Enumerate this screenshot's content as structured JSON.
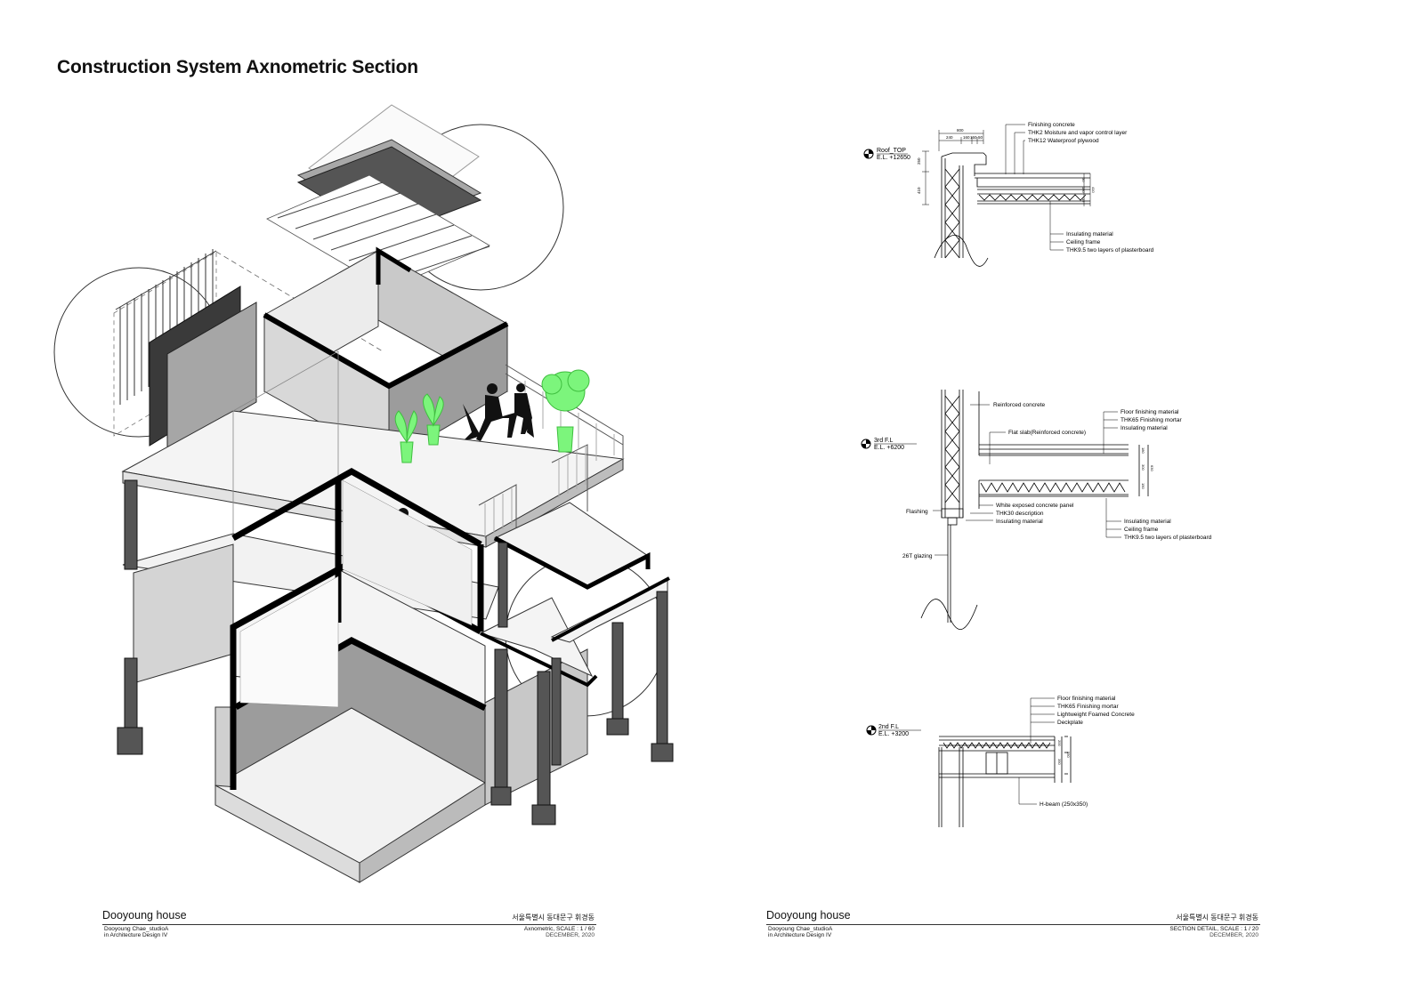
{
  "sheet_title": "Construction System Axnometric Section",
  "title_blocks": [
    {
      "project": "Dooyoung house",
      "author": "Dooyoung Chae_studioA",
      "course": "in Architecture Design IV",
      "location": "서울특별시 동대문구 휘경동",
      "scale": "Axnometric, SCALE : 1 / 60",
      "date": "DECEMBER, 2020"
    },
    {
      "project": "Dooyoung house",
      "author": "Dooyoung Chae_studioA",
      "course": "in Architecture Design IV",
      "location": "서울특별시 동대문구 휘경동",
      "scale": "SECTION DETAIL, SCALE : 1 / 20",
      "date": "DECEMBER, 2020"
    }
  ],
  "details": {
    "roof": {
      "level_name": "Roof_TOP",
      "level_el": "E.L. +12650",
      "dims_top": [
        "800",
        "240",
        "160",
        "150",
        "50"
      ],
      "dims_side": [
        "250",
        "410"
      ],
      "dims_right": [
        "30",
        "180",
        "12",
        "410"
      ],
      "callouts_top": [
        "Finishing concrete",
        "THK2 Moisture and vapor control layer",
        "THK12 Waterproof plywood"
      ],
      "callouts_bottom": [
        "Insulating material",
        "Ceiling frame",
        "THK9.5 two layers of plasterboard"
      ]
    },
    "third": {
      "level_name": "3rd  F.L",
      "level_el": "E.L. +6200",
      "label_left": [
        "Reinforced concrete",
        "Flat slab(Reinforced concrete)"
      ],
      "callouts_right": [
        "Floor finishing material",
        "THK65 Finishing mortar",
        "Insulating material"
      ],
      "callouts_mid": [
        "White exposed concrete panel",
        "THK30 description",
        "Insulating material"
      ],
      "callouts_bottom": [
        "Insulating material",
        "Ceiling frame",
        "THK9.5 two layers of plasterboard"
      ],
      "flashing": "Flashing",
      "glazing": "26T glazing",
      "dims_right": [
        "180",
        "300",
        "150",
        "630"
      ]
    },
    "second": {
      "level_name": "2nd  F.L",
      "level_el": "E.L. +3200",
      "callouts_top": [
        "Floor finishing material",
        "THK65 Finishing mortar",
        "Lightweight Foamed Concrete",
        "Deckplate"
      ],
      "beam": "H-beam (250x350)",
      "dims_right": [
        "200",
        "350",
        "550"
      ]
    }
  },
  "colors": {
    "plant": "#7cf57c",
    "wall": "#d9d9d9",
    "dark": "#555555",
    "line": "#000000"
  }
}
